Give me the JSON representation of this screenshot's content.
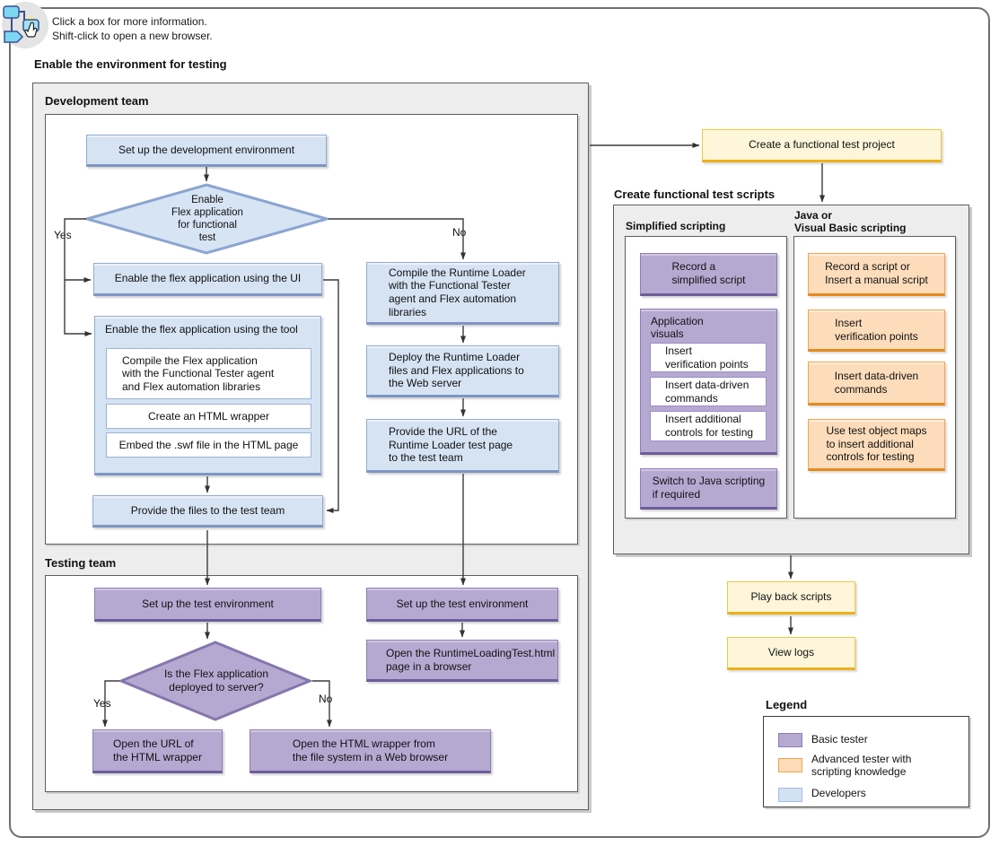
{
  "hint": {
    "text": "Click a box for more information.\nShift-click to open a new browser."
  },
  "titles": {
    "enable_env": "Enable the environment for testing",
    "dev_team": "Development team",
    "test_team": "Testing team",
    "create_scripts": "Create functional test scripts",
    "simplified": "Simplified scripting",
    "javavb": "Java or\nVisual Basic scripting",
    "legend": "Legend"
  },
  "nodes": {
    "setup_dev_env": "Set up the development environment",
    "enable_flex_decision": "Enable\nFlex application\nfor functional\ntest",
    "enable_ui": "Enable the flex application using the UI",
    "enable_tool": "Enable the flex application using the tool",
    "compile_flex": "Compile the Flex application\nwith the Functional Tester agent\nand Flex automation libraries",
    "create_wrapper": "Create an HTML wrapper",
    "embed_swf": "Embed the .swf file in the HTML page",
    "provide_files": "Provide the files to the test team",
    "compile_runtime": "Compile the Runtime Loader\nwith the Functional Tester\nagent and Flex automation\nlibraries",
    "deploy_runtime": "Deploy the Runtime Loader\nfiles and Flex applications to\nthe Web server",
    "provide_url": "Provide the URL of the\nRuntime Loader test page\nto the test team",
    "setup_test_env_left": "Set up the test environment",
    "deployed_decision": "Is the Flex application\ndeployed to server?",
    "open_url_wrapper": "Open the URL of\nthe HTML wrapper",
    "open_html_wrapper": "Open the HTML wrapper from\nthe file system in a Web browser",
    "setup_test_env_right": "Set up the test environment",
    "open_runtime_test": "Open the RuntimeLoadingTest.html\npage in a browser",
    "create_ft_project": "Create a functional test project",
    "record_simplified": "Record a\nsimplified script",
    "app_visuals": "Application\nvisuals",
    "insert_vp_simplified": "Insert\nverification points",
    "insert_dd_simplified": "Insert data-driven\ncommands",
    "insert_controls_simplified": "Insert additional\ncontrols for testing",
    "switch_java": "Switch to Java scripting\nif required",
    "record_script": "Record a script or\nInsert a manual script",
    "insert_vp_java": "Insert\nverification points",
    "insert_dd_java": "Insert data-driven\ncommands",
    "use_test_object_maps": "Use test object maps\nto insert additional\ncontrols for testing",
    "play_back": "Play back scripts",
    "view_logs": "View logs"
  },
  "branch_labels": {
    "yes1": "Yes",
    "no1": "No",
    "yes2": "Yes",
    "no2": "No"
  },
  "legend": {
    "items": [
      {
        "label": "Basic tester",
        "color": "#b6a9d1"
      },
      {
        "label": "Advanced tester with\nscripting knowledge",
        "color": "#fcdcba"
      },
      {
        "label": "Developers",
        "color": "#d3e1f4"
      }
    ]
  },
  "colors": {
    "developer_fill": "#d5e3f3",
    "basic_tester_fill": "#b6a9d1",
    "advanced_tester_fill": "#fcdcba",
    "shared_step_fill": "#fdf6da",
    "section_fill": "#ededed"
  }
}
